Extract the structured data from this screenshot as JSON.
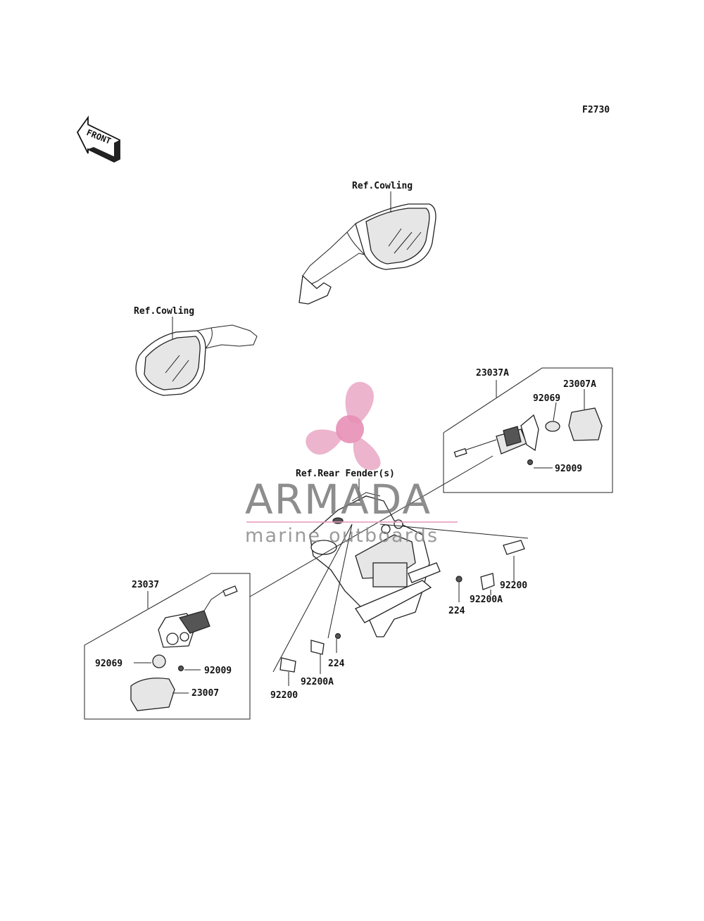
{
  "figure_code": "F2730",
  "front_arrow": "FRONT",
  "labels": {
    "ref_cowling_upper": "Ref.Cowling",
    "ref_cowling_left": "Ref.Cowling",
    "ref_rear_fender": "Ref.Rear Fender(s)",
    "p_23037A": "23037A",
    "p_23007A": "23007A",
    "p_92069_right": "92069",
    "p_92009_right": "92009",
    "p_92200_right": "92200",
    "p_92200A_right": "92200A",
    "p_224_right": "224",
    "p_23037": "23037",
    "p_92069_left": "92069",
    "p_92009_left": "92009",
    "p_23007": "23007",
    "p_224_center": "224",
    "p_92200A_center": "92200A",
    "p_92200_center": "92200"
  },
  "watermark": {
    "name": "ARMADA",
    "tagline": "marine outboards",
    "logo_color": "#e9a7c4",
    "logo_center_color": "#e78fb6",
    "line_color": "#e79cc0"
  }
}
